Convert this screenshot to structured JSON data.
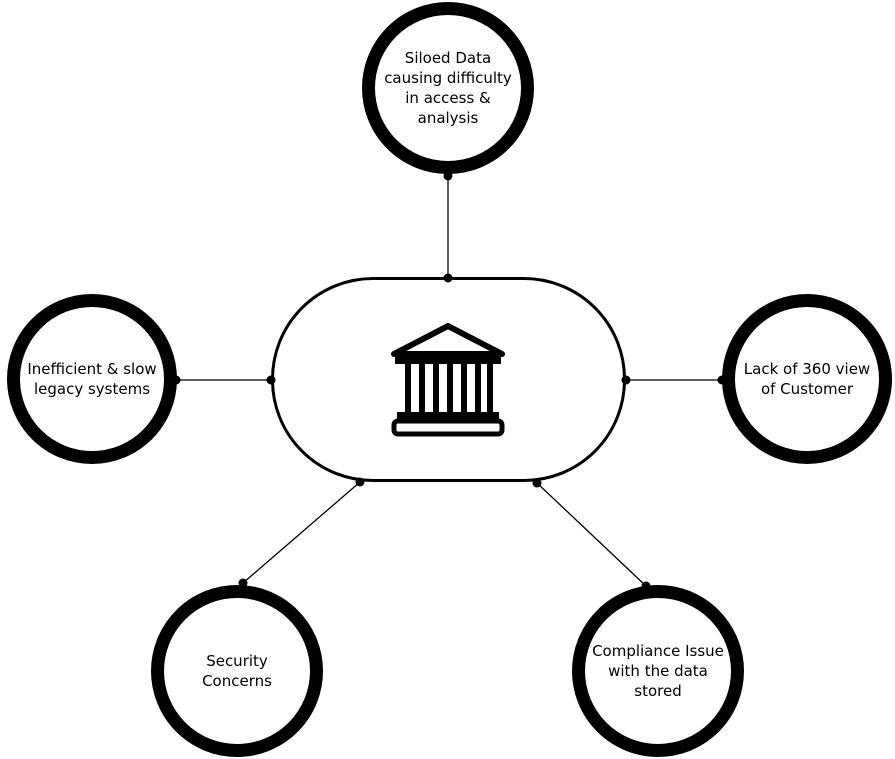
{
  "hub": {
    "icon": "bank-icon"
  },
  "nodes": {
    "top": {
      "label": "Siloed Data\ncausing difficulty\nin access &\nanalysis"
    },
    "left": {
      "label": "Inefficient & slow\nlegacy systems"
    },
    "right": {
      "label": "Lack of 360 view\nof Customer"
    },
    "bottom_left": {
      "label": "Security\nConcerns"
    },
    "bottom_right": {
      "label": "Compliance Issue\nwith the data\nstored"
    }
  },
  "colors": {
    "stroke": "#000000",
    "fill": "#ffffff"
  }
}
